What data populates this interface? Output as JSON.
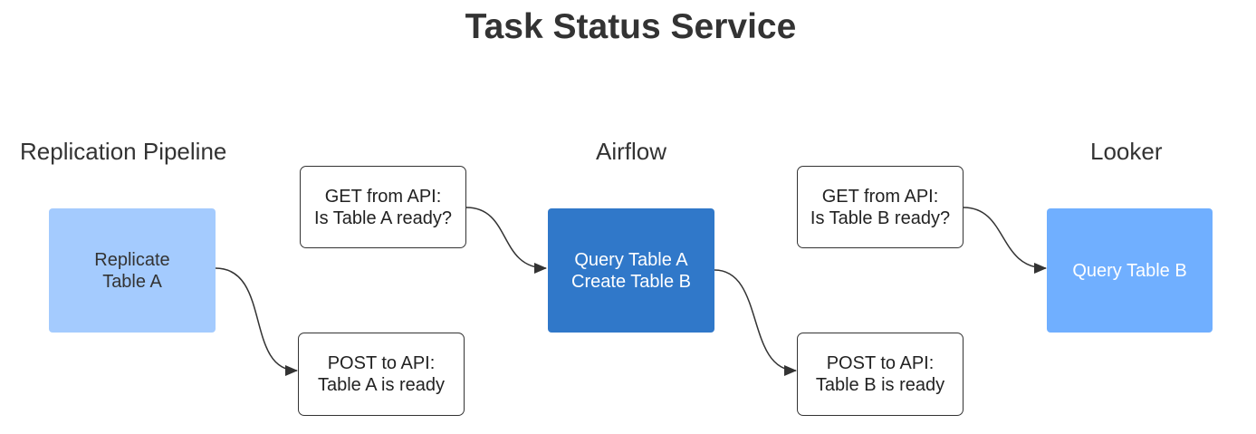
{
  "title": "Task Status Service",
  "lanes": [
    {
      "label": "Replication Pipeline"
    },
    {
      "label": "Airflow"
    },
    {
      "label": "Looker"
    }
  ],
  "boxes": {
    "replicate": {
      "lines": [
        "Replicate",
        "Table A"
      ],
      "fill": "#a4cbfe",
      "text_color": "#333333"
    },
    "get_a": {
      "lines": [
        "GET from API:",
        "Is Table A ready?"
      ]
    },
    "post_a": {
      "lines": [
        "POST to API:",
        "Table A is ready"
      ]
    },
    "airflow": {
      "lines": [
        "Query Table A",
        "Create Table B"
      ],
      "fill": "#3078c9",
      "text_color": "#ffffff"
    },
    "get_b": {
      "lines": [
        "GET from API:",
        "Is Table B ready?"
      ]
    },
    "post_b": {
      "lines": [
        "POST to API:",
        "Table B is ready"
      ]
    },
    "looker": {
      "lines": [
        "Query Table B"
      ],
      "fill": "#70afff",
      "text_color": "#ffffff"
    }
  },
  "colors": {
    "connector": "#333333",
    "note_border": "#333333"
  }
}
